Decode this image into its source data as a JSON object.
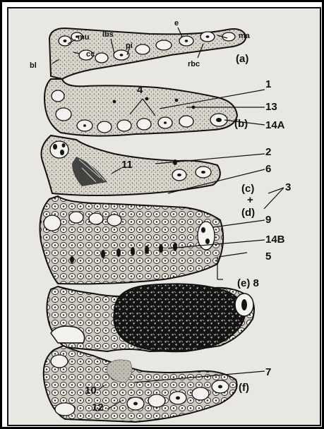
{
  "figure": {
    "structure_labels": {
      "mu": "mu",
      "lbs": "lbs",
      "e": "e",
      "ma": "ma",
      "cc": "cc",
      "pi": "pi",
      "bl": "bl",
      "rbc": "rbc"
    },
    "number_labels": {
      "n1": "1",
      "n2": "2",
      "n3": "3",
      "n4": "4",
      "n5": "5",
      "n6": "6",
      "n7": "7",
      "n9": "9",
      "n10": "10",
      "n11": "11",
      "n12": "12",
      "n13": "13",
      "n14a": "14A",
      "n14b": "14B"
    },
    "part_labels": {
      "a": "(a)",
      "b": "(b)",
      "c": "(c)",
      "plus": "+",
      "d": "(d)",
      "e8": "(e) 8",
      "f": "(f)"
    }
  },
  "colors": {
    "page": "#e9e7e2",
    "ink": "#111111",
    "tissue_light": "#d6d2c8",
    "tissue_mid": "#b9b4a8",
    "nucleus": "#1a1a1a"
  }
}
